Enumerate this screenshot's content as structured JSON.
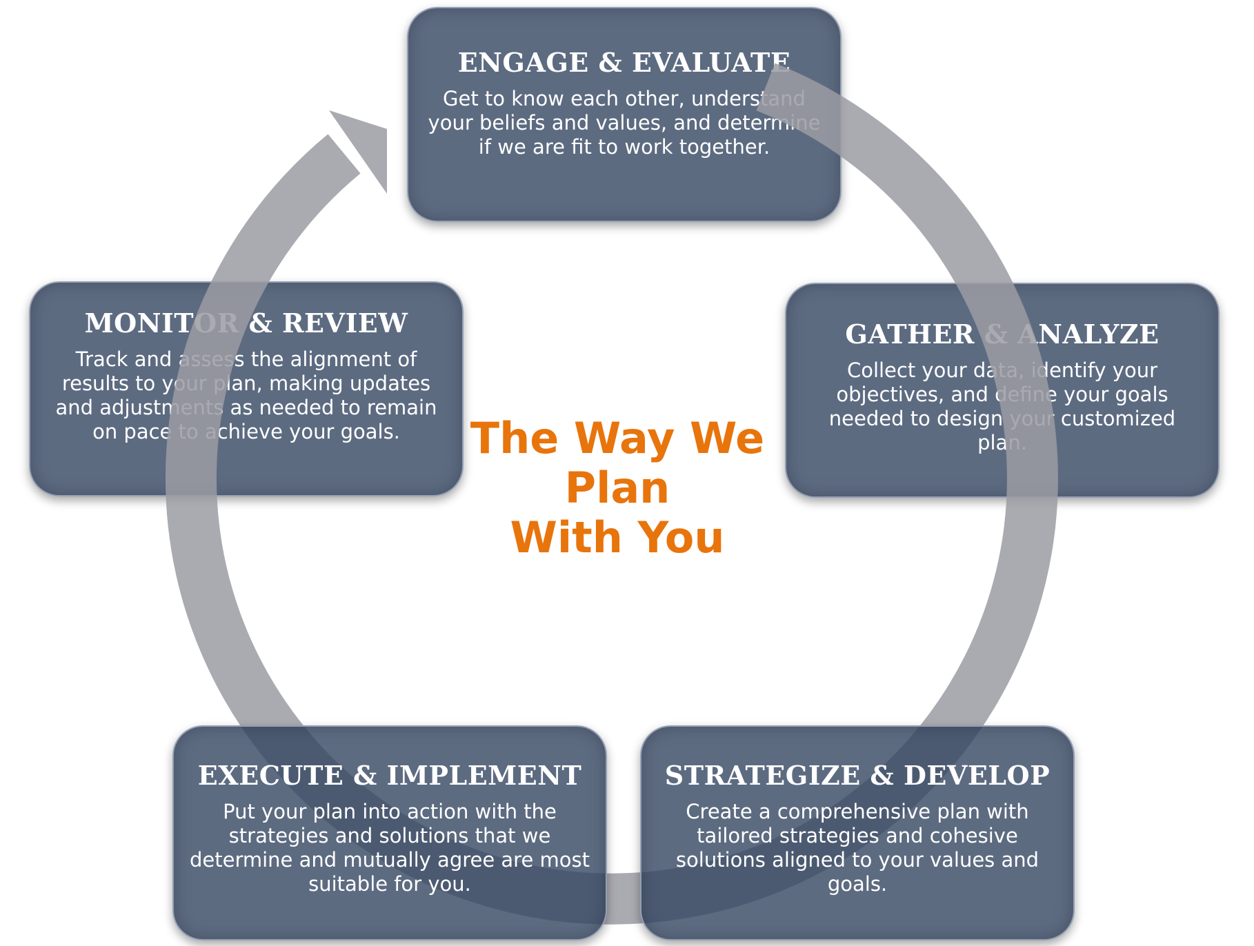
{
  "colors": {
    "box_fill": "#344662",
    "ring": "#9b9ba3",
    "title_accent": "#e8740c",
    "text": "#ffffff"
  },
  "center_title": {
    "line1": "The Way We",
    "line2": "Plan",
    "line3": "With You"
  },
  "stages": {
    "engage": {
      "title": "ENGAGE & EVALUATE",
      "desc": "Get to know each other, understand your beliefs and values, and determine if we are fit to work together."
    },
    "gather": {
      "title": "GATHER & ANALYZE",
      "desc": "Collect your data, identify your objectives, and define your goals needed to design your customized plan."
    },
    "strategize": {
      "title": "STRATEGIZE & DEVELOP",
      "desc": "Create a comprehensive plan with tailored strategies and cohesive solutions aligned to your values and goals."
    },
    "execute": {
      "title": "EXECUTE & IMPLEMENT",
      "desc": "Put your plan into action with the strategies and solutions that we determine and mutually agree are most suitable for you."
    },
    "monitor": {
      "title": "MONITOR & REVIEW",
      "desc": "Track and assess the alignment of results to your plan, making updates and adjustments as needed to remain on pace to achieve your goals."
    }
  }
}
